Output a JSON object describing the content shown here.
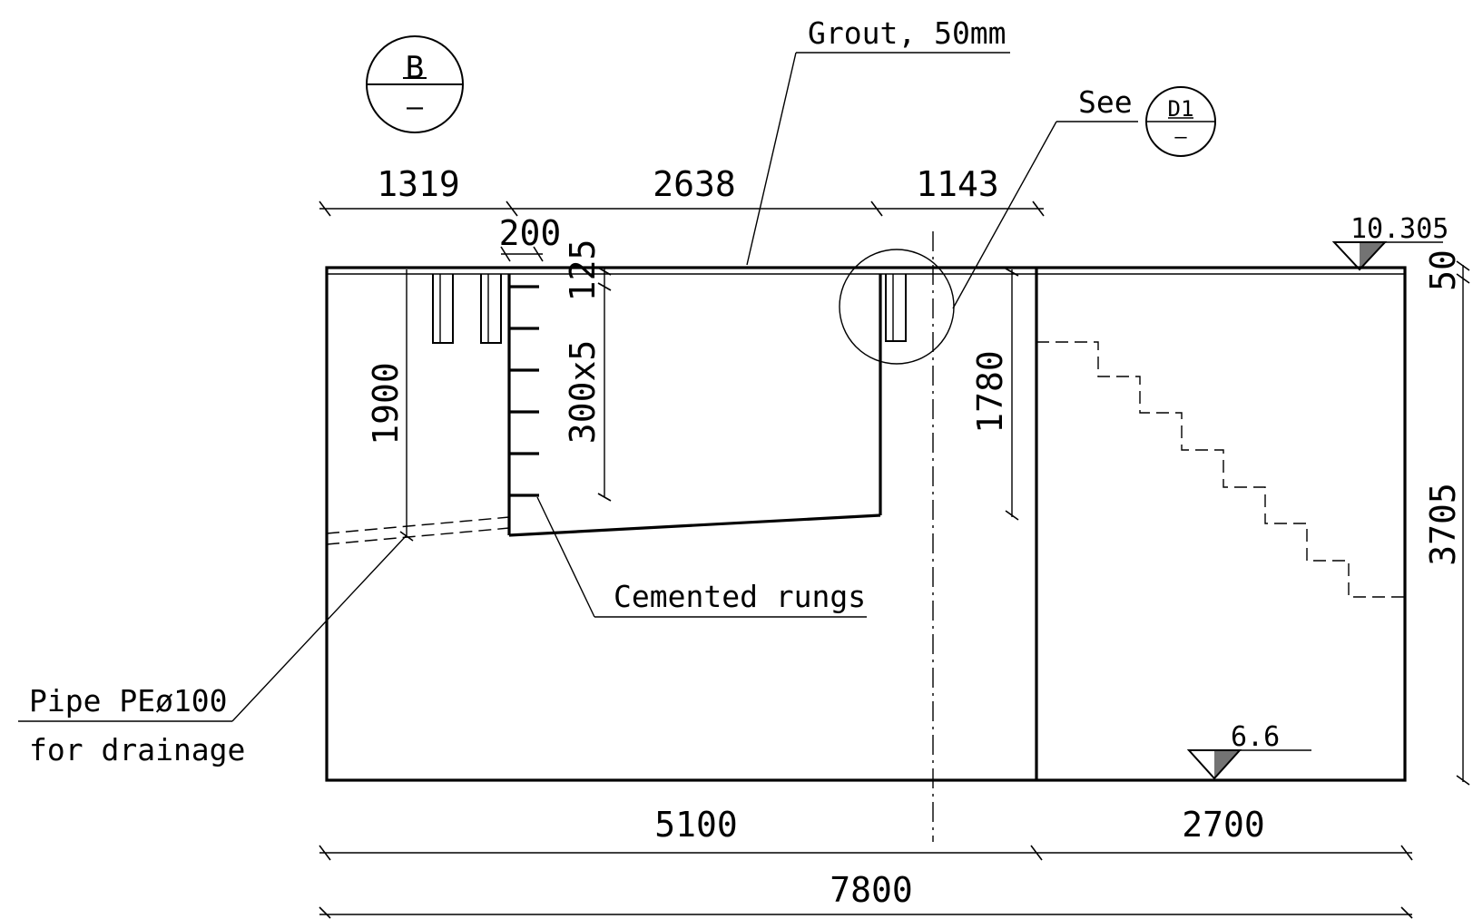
{
  "section_marker": {
    "letter": "B",
    "sheet": "–"
  },
  "detail_ref": {
    "prefix": "See",
    "id": "D1",
    "sheet": "–"
  },
  "labels": {
    "grout": "Grout, 50mm",
    "rungs": "Cemented rungs",
    "pipe_line1": "Pipe PEø100",
    "pipe_line2": "for drainage"
  },
  "dimensions": {
    "top_1": "1319",
    "top_2": "2638",
    "top_3": "1143",
    "rung_offset": "200",
    "rung_top": "125",
    "rung_spacing": "300x5",
    "pipe_depth": "1900",
    "depth_right": "1780",
    "grout_thk": "50",
    "height": "3705",
    "bottom_left": "5100",
    "bottom_right": "2700",
    "overall": "7800"
  },
  "elevations": {
    "top": "10.305",
    "bottom": "6.6"
  }
}
